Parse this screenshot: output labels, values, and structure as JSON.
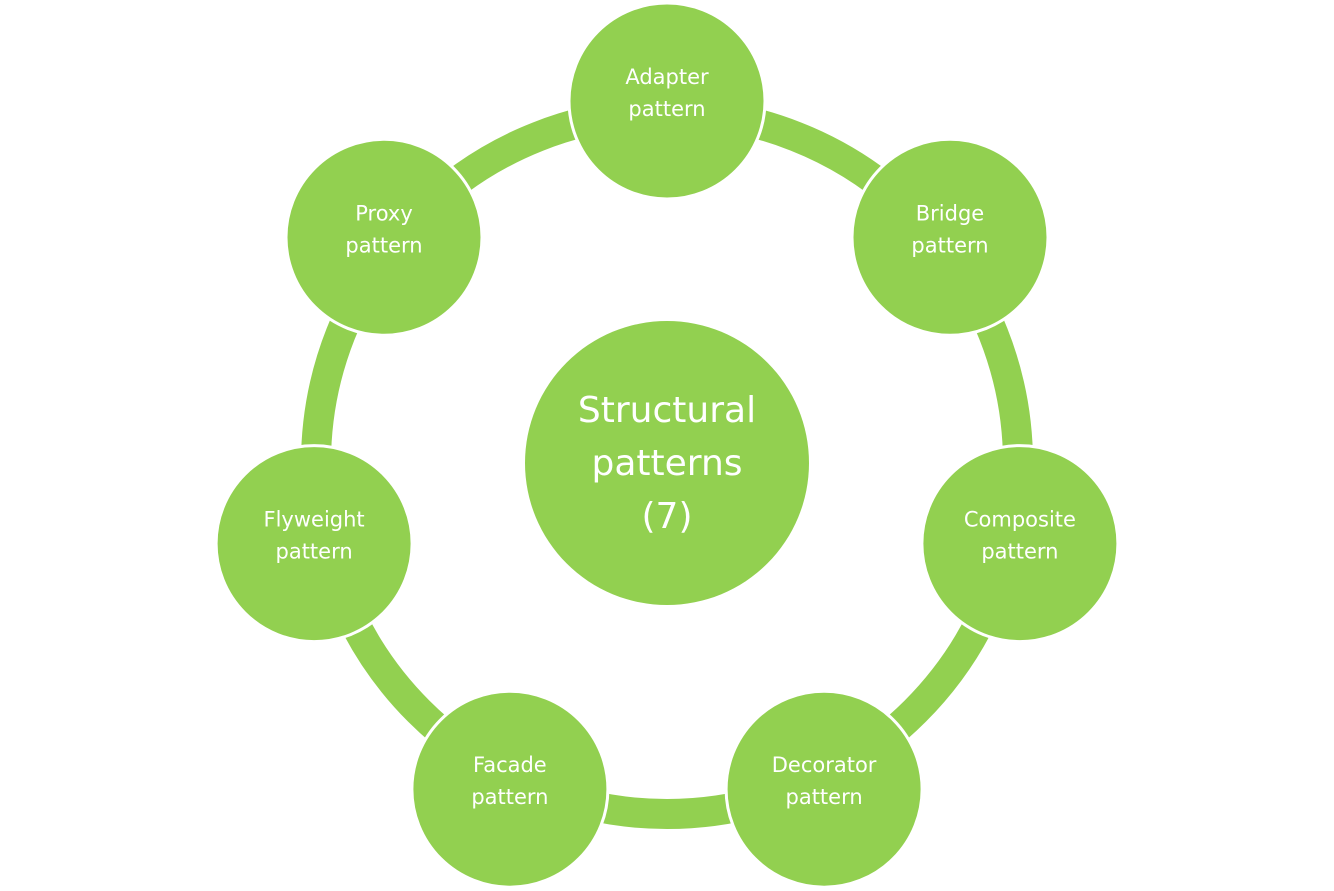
{
  "title": "Structural patterns (7)",
  "colors": {
    "fill": "#92D050",
    "border": "#ffffff",
    "text": "#ffffff",
    "background": "#ffffff"
  },
  "center": {
    "lines": [
      "Structural",
      "patterns",
      "(7)"
    ]
  },
  "nodes": [
    {
      "lines": [
        "Adapter",
        "pattern"
      ]
    },
    {
      "lines": [
        "Bridge",
        "pattern"
      ]
    },
    {
      "lines": [
        "Composite",
        "pattern"
      ]
    },
    {
      "lines": [
        "Decorator",
        "pattern"
      ]
    },
    {
      "lines": [
        "Facade",
        "pattern"
      ]
    },
    {
      "lines": [
        "Flyweight",
        "pattern"
      ]
    },
    {
      "lines": [
        "Proxy",
        "pattern"
      ]
    }
  ]
}
